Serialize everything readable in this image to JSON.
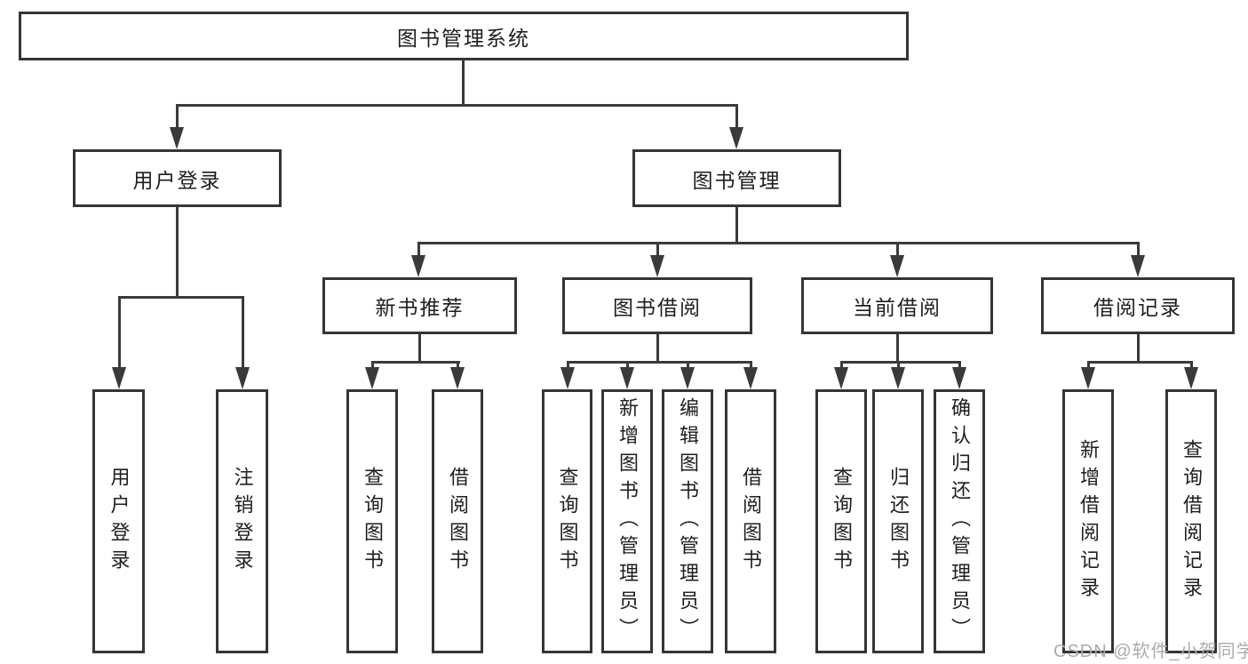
{
  "colors": {
    "line": "#3a3a3a",
    "border": "#353535",
    "text": "#1e1e1e",
    "bg": "#ffffff",
    "wm": "#ababab"
  },
  "watermark": {
    "text": "CSDN @软件_小贺同学"
  },
  "tree": {
    "label": "图书管理系统",
    "children": [
      {
        "label": "用户登录",
        "children": [
          {
            "label": "用户登录"
          },
          {
            "label": "注销登录"
          }
        ]
      },
      {
        "label": "图书管理",
        "children": [
          {
            "label": "新书推荐",
            "children": [
              {
                "label": "查询图书"
              },
              {
                "label": "借阅图书"
              }
            ]
          },
          {
            "label": "图书借阅",
            "children": [
              {
                "label": "查询图书"
              },
              {
                "label": "新增图书（管理员）"
              },
              {
                "label": "编辑图书（管理员）"
              },
              {
                "label": "借阅图书"
              }
            ]
          },
          {
            "label": "当前借阅",
            "children": [
              {
                "label": "查询图书"
              },
              {
                "label": "归还图书"
              },
              {
                "label": "确认归还（管理员）"
              }
            ]
          },
          {
            "label": "借阅记录",
            "children": [
              {
                "label": "新增借阅记录"
              },
              {
                "label": "查询借阅记录"
              }
            ]
          }
        ]
      }
    ]
  }
}
